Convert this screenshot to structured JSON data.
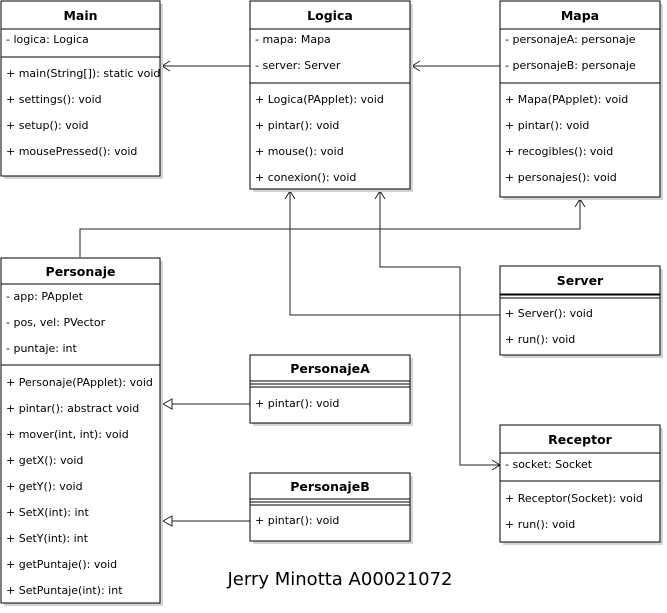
{
  "classes": {
    "main": {
      "name": "Main",
      "attributes": [
        "- logica: Logica"
      ],
      "methods": [
        "+ main(String[]): static void",
        "+ settings(): void",
        "+ setup(): void",
        "+ mousePressed(): void"
      ]
    },
    "logica": {
      "name": "Logica",
      "attributes": [
        "- mapa: Mapa",
        "- server: Server"
      ],
      "methods": [
        "+ Logica(PApplet): void",
        "+ pintar(): void",
        "+ mouse(): void",
        "+ conexion(): void"
      ]
    },
    "mapa": {
      "name": "Mapa",
      "attributes": [
        "- personajeA: personaje",
        "- personajeB: personaje"
      ],
      "methods": [
        "+ Mapa(PApplet): void",
        "+ pintar(): void",
        "+ recogibles(): void",
        "+ personajes(): void"
      ]
    },
    "personaje": {
      "name": "Personaje",
      "attributes": [
        "- app: PApplet",
        "- pos, vel: PVector",
        "- puntaje: int"
      ],
      "methods": [
        "+ Personaje(PApplet): void",
        "+ pintar(): abstract void",
        "+ mover(int, int): void",
        "+ getX(): void",
        "+ getY(): void",
        "+ SetX(int): int",
        "+ SetY(int): int",
        "+ getPuntaje(): void",
        "+ SetPuntaje(int): int"
      ]
    },
    "server": {
      "name": "Server",
      "attributes": [],
      "methods": [
        "+ Server(): void",
        "+ run(): void"
      ]
    },
    "personajeA": {
      "name": "PersonajeA",
      "attributes": [],
      "methods": [
        "+ pintar(): void"
      ]
    },
    "personajeB": {
      "name": "PersonajeB",
      "attributes": [],
      "methods": [
        "+ pintar(): void"
      ]
    },
    "receptor": {
      "name": "Receptor",
      "attributes": [
        "- socket: Socket"
      ],
      "methods": [
        "+ Receptor(Socket): void",
        "+ run(): void"
      ]
    }
  },
  "relations": [
    {
      "from": "logica",
      "to": "main",
      "type": "association"
    },
    {
      "from": "mapa",
      "to": "logica",
      "type": "association"
    },
    {
      "from": "personaje",
      "to": "mapa",
      "type": "association"
    },
    {
      "from": "server",
      "to": "logica",
      "type": "association"
    },
    {
      "from": "receptor",
      "to": "logica",
      "type": "association"
    },
    {
      "from": "personajeA",
      "to": "personaje",
      "type": "inheritance"
    },
    {
      "from": "personajeB",
      "to": "personaje",
      "type": "inheritance"
    }
  ],
  "caption": "Jerry Minotta A00021072"
}
